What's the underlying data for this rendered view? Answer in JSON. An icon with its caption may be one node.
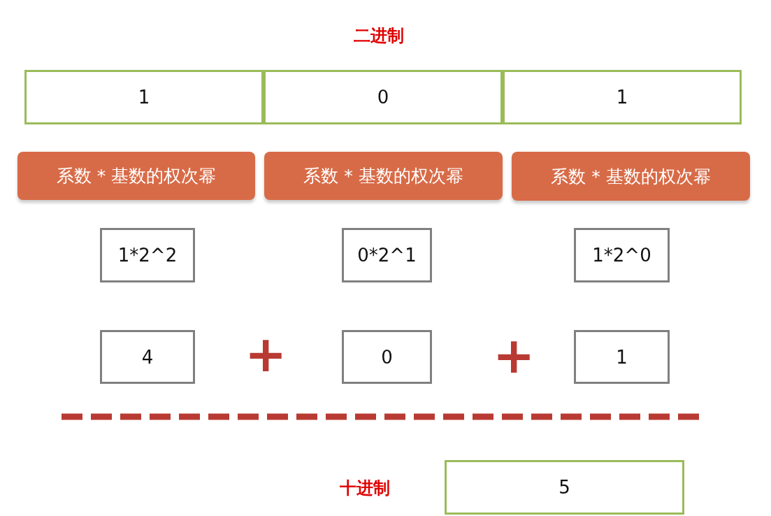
{
  "diagram": {
    "title": "二进制",
    "nodes": [
      {
        "text": [
          "1"
        ]
      },
      {
        "text": [
          "0"
        ]
      },
      {
        "text": [
          "1"
        ]
      },
      {
        "text": [
          "系数 * 基数的权次幂"
        ]
      },
      {
        "text": [
          "系数 * 基数的权次幂"
        ]
      },
      {
        "text": [
          "系数 * 基数的权次幂"
        ]
      },
      {
        "text": [
          "1*2^2"
        ]
      },
      {
        "text": [
          "0*2^1"
        ]
      },
      {
        "text": [
          "1*2^0"
        ]
      },
      {
        "text": [
          "4"
        ]
      },
      {
        "text": [
          "0"
        ]
      },
      {
        "text": [
          "1"
        ]
      },
      {
        "text": [
          "5"
        ],
        "beside": [
          "十进制"
        ]
      }
    ],
    "edges": [],
    "labels": [
      "+",
      "+"
    ]
  }
}
